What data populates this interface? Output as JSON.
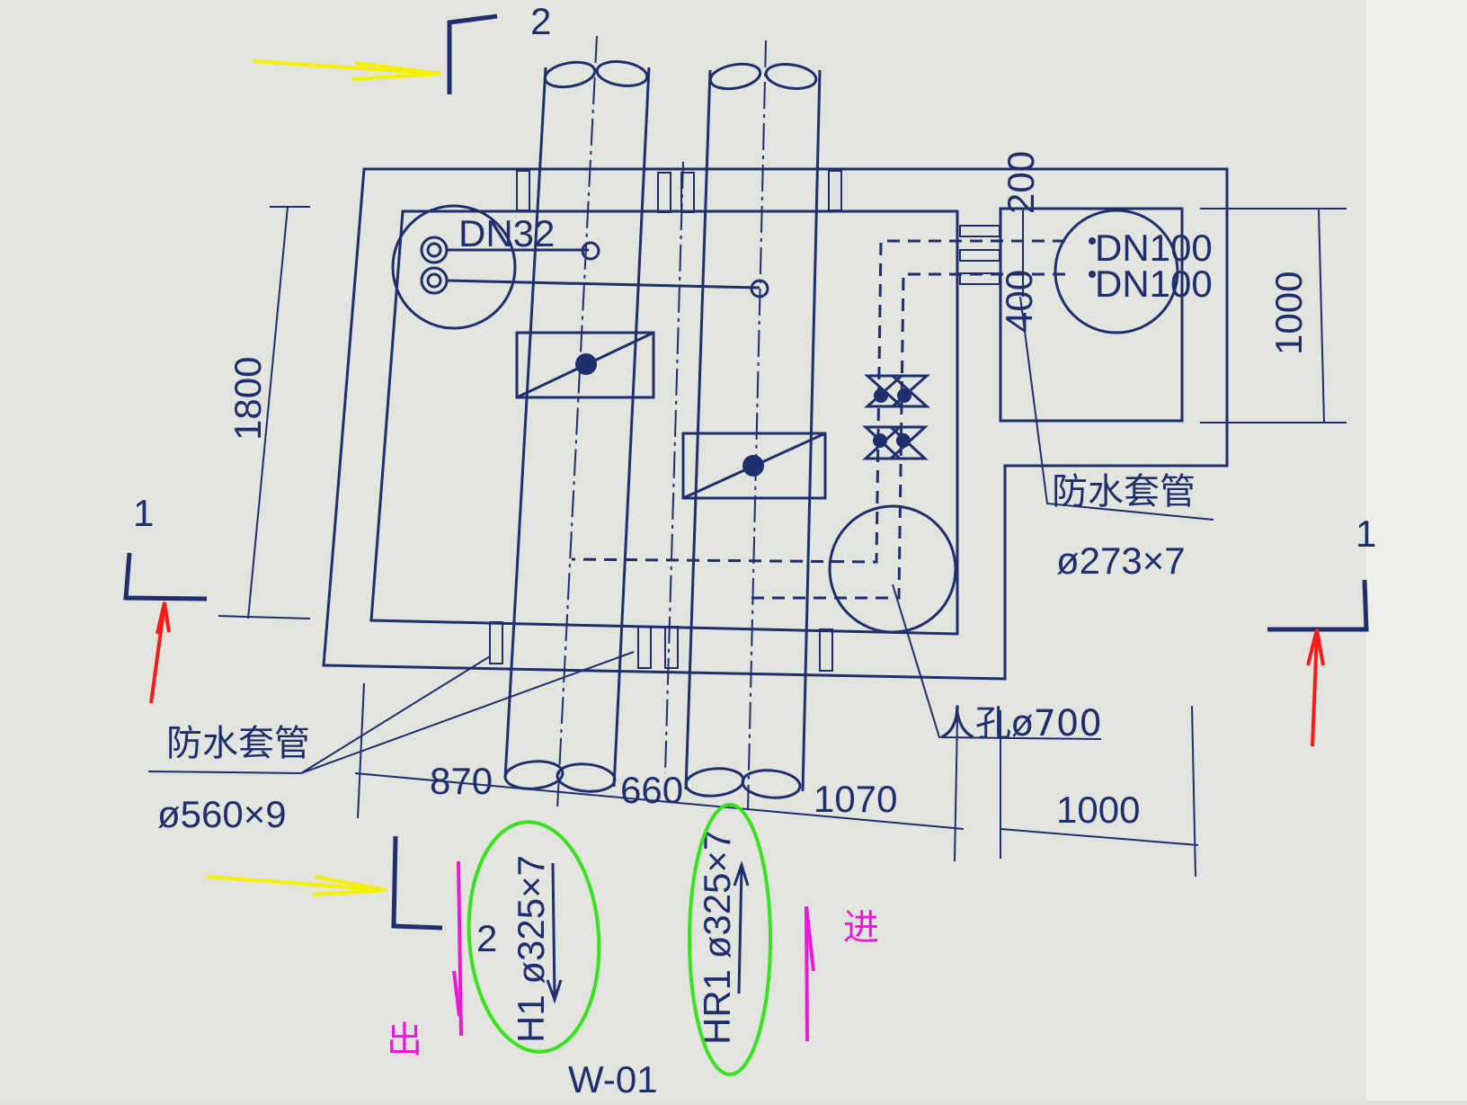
{
  "drawing": {
    "paper_color": "#e3e5df",
    "ink_color": "#1f2f6e",
    "section_marks": {
      "top_left_number": "2",
      "bottom_left_number": "2",
      "left_number": "1",
      "right_number": "1"
    },
    "labels": {
      "dn32": "DN32",
      "dn100_a": "DN100",
      "dn100_b": "DN100",
      "sleeve_right_title": "防水套管",
      "sleeve_right_spec": "ø273×7",
      "sleeve_bottom_title": "防水套管",
      "sleeve_bottom_spec": "ø560×9",
      "manhole": "人孔ø700",
      "pipe_out": "H1 ø325×7",
      "pipe_in": "HR1 ø325×7",
      "drawing_id": "W-01",
      "out_label": "出",
      "in_label": "进"
    },
    "dimensions": {
      "left_height": "1800",
      "right_height": "1000",
      "top_gap_200": "200",
      "gap_400": "400",
      "bottom_870": "870",
      "bottom_660": "660",
      "bottom_1070": "1070",
      "bottom_right_1000": "1000"
    },
    "annotation_colors": {
      "yellow_arrow": "#f5f000",
      "red_arrow": "#ff1a1a",
      "green_circle": "#39e21f",
      "magenta": "#e81ad8"
    }
  }
}
